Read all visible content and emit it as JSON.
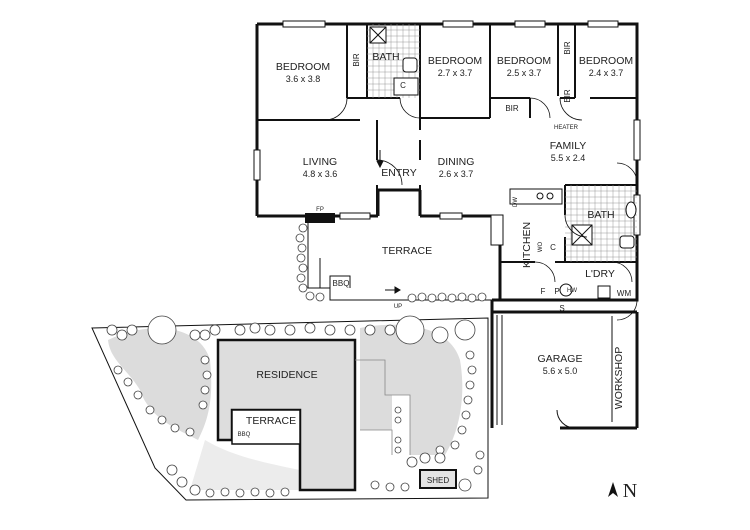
{
  "floor_plan": {
    "rooms": {
      "bedroom1": {
        "name": "BEDROOM",
        "size": "3.6 x 3.8"
      },
      "bedroom2": {
        "name": "BEDROOM",
        "size": "2.7 x 3.7"
      },
      "bedroom3": {
        "name": "BEDROOM",
        "size": "2.5 x 3.7"
      },
      "bedroom4": {
        "name": "BEDROOM",
        "size": "2.4 x 3.7"
      },
      "bath_main": {
        "name": "BATH"
      },
      "bath_rear": {
        "name": "BATH"
      },
      "living": {
        "name": "LIVING",
        "size": "4.8 x 3.6"
      },
      "entry": {
        "name": "ENTRY"
      },
      "dining": {
        "name": "DINING",
        "size": "2.6 x 3.7"
      },
      "family": {
        "name": "FAMILY",
        "size": "5.5 x 2.4"
      },
      "kitchen": {
        "name": "KITCHEN"
      },
      "laundry": {
        "name": "L'DRY"
      },
      "terrace": {
        "name": "TERRACE"
      },
      "garage": {
        "name": "GARAGE",
        "size": "5.6 x 5.0"
      },
      "workshop": {
        "name": "WORKSHOP"
      }
    },
    "fixtures": {
      "bir": "BIR",
      "c": "C",
      "heater": "HEATER",
      "fp": "FP",
      "dw": "DW",
      "wo": "WO",
      "f": "F",
      "p": "P",
      "hw": "HW",
      "wm": "WM",
      "s": "S",
      "bbq": "BBQ",
      "up": "UP"
    }
  },
  "site_plan": {
    "residence": "RESIDENCE",
    "terrace": "TERRACE",
    "bbq": "BBQ",
    "shed": "SHED"
  },
  "north": "N"
}
